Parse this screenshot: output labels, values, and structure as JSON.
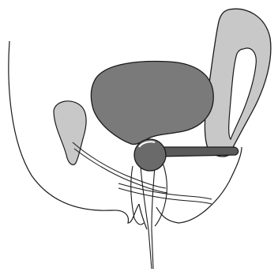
{
  "diagram": {
    "title": "",
    "labels": [],
    "colors": {
      "background": "#ffffff",
      "outline": "#1a1a1a",
      "dark_organ": "#7a7a7a",
      "light_organ": "#c8c8c8",
      "rod": "#5a5a5a",
      "ball": "#6a6a6a"
    },
    "parts": [
      {
        "name": "body-outline"
      },
      {
        "name": "bladder"
      },
      {
        "name": "uterus"
      },
      {
        "name": "left-small-organ"
      },
      {
        "name": "urethra"
      },
      {
        "name": "probe-rod"
      },
      {
        "name": "probe-ball"
      }
    ]
  }
}
